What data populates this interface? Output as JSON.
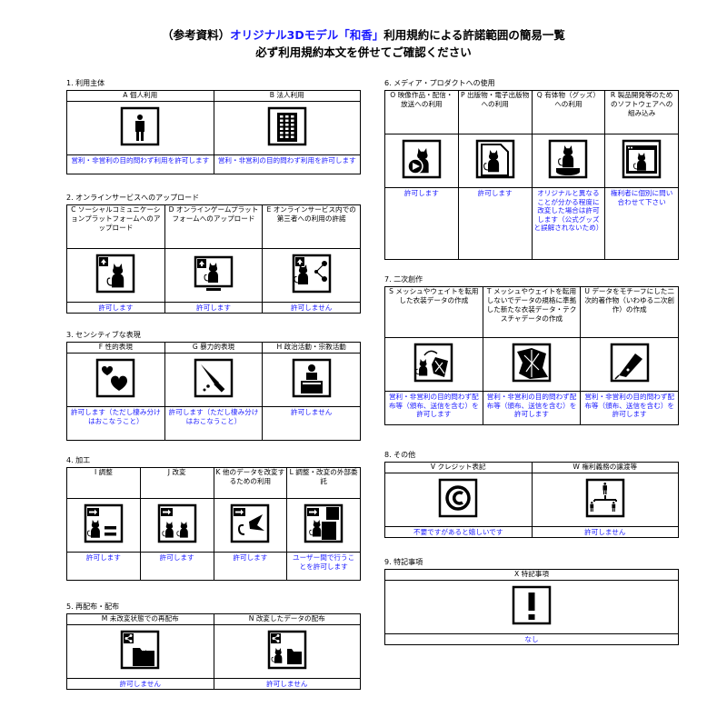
{
  "header": {
    "line1_prefix": "（参考資料）",
    "line1_blue": "オリジナル3Dモデル「和香」",
    "line1_suffix": "利用規約による許諾範囲の簡易一覧",
    "line2": "必ず利用規約本文を併せてご確認ください"
  },
  "sections": [
    {
      "title": "1. 利用主体",
      "cells": [
        {
          "head": "A 個人利用",
          "icon": "person-icon",
          "status": "営利・非営利の目的問わず利用を許可します"
        },
        {
          "head": "B 法人利用",
          "icon": "office-building-icon",
          "status": "営利・非営利の目的問わず利用を許可します"
        }
      ]
    },
    {
      "title": "2. オンラインサービスへのアップロード",
      "cells": [
        {
          "head": "C ソーシャルコミュニケーションプラットフォームへのアップロード",
          "icon": "upload-social-icon",
          "status": "許可します"
        },
        {
          "head": "D オンラインゲームプラットフォームへのアップロード",
          "icon": "upload-game-icon",
          "status": "許可します"
        },
        {
          "head": "E オンラインサービス内での第三者への利用の許諾",
          "icon": "share-network-icon",
          "status": "許可しません"
        }
      ]
    },
    {
      "title": "3. センシティブな表現",
      "cells": [
        {
          "head": "F 性的表現",
          "icon": "hearts-icon",
          "status": "許可します（ただし棲み分けはおこなうこと）"
        },
        {
          "head": "G 暴力的表現",
          "icon": "knife-icon",
          "status": "許可します（ただし棲み分けはおこなうこと）"
        },
        {
          "head": "H 政治活動・宗教活動",
          "icon": "speaker-podium-icon",
          "status": "許可しません"
        }
      ]
    },
    {
      "title": "4. 加工",
      "cells": [
        {
          "head": "I 調整",
          "icon": "adjust-equal-icon",
          "status": "許可します"
        },
        {
          "head": "J 改変",
          "icon": "modify-cats-icon",
          "status": "許可します"
        },
        {
          "head": "K 他のデータを改変するための利用",
          "icon": "use-for-other-icon",
          "status": "許可します"
        },
        {
          "head": "L 調整・改変の外部委託",
          "icon": "outsource-icon",
          "status": "ユーザー間で行うことを許可します"
        }
      ]
    },
    {
      "title": "5. 再配布・配布",
      "cells": [
        {
          "head": "M 未改変状態での再配布",
          "icon": "redistribute-icon",
          "status": "許可しません"
        },
        {
          "head": "N 改変したデータの配布",
          "icon": "distribute-modified-icon",
          "status": "許可しません"
        }
      ]
    },
    {
      "title": "6. メディア・プロダクトへの使用",
      "cells": [
        {
          "head": "O 映像作品・配信・放送への利用",
          "icon": "video-play-icon",
          "status": "許可します"
        },
        {
          "head": "P 出版物・電子出版物への利用",
          "icon": "publication-icon",
          "status": "許可します"
        },
        {
          "head": "Q 有体物（グッズ）への利用",
          "icon": "figure-goods-icon",
          "status": "オリジナルと異なることが分かる程度に改変した場合は許可します（公式グッズと誤解されないため）"
        },
        {
          "head": "R 製品開発等のためのソフトウェアへの組み込み",
          "icon": "software-window-icon",
          "status": "権利者に個別に問い合わせて下さい"
        }
      ]
    },
    {
      "title": "7. 二次創作",
      "cells": [
        {
          "head": "S メッシュやウェイトを転用した衣装データの作成",
          "icon": "mesh-reuse-icon",
          "status": "営利・非営利の目的問わず配布等（頒布、送信を含む）を許可します"
        },
        {
          "head": "T メッシュやウェイトを転用しないでデータの規格に準拠した新たな衣装データ・テクスチャデータの作成",
          "icon": "new-outfit-icon",
          "status": "営利・非営利の目的問わず配布等（頒布、送信を含む）を許可します"
        },
        {
          "head": "U データをモチーフにした二次的著作物（いわゆる二次創作）の作成",
          "icon": "pen-nib-icon",
          "status": "営利・非営利の目的問わず配布等（頒布、送信を含む）を許可します"
        }
      ]
    },
    {
      "title": "8. その他",
      "cells": [
        {
          "head": "V クレジット表記",
          "icon": "copyright-icon",
          "status": "不要ですがあると嬉しいです"
        },
        {
          "head": "W 権利義務の譲渡等",
          "icon": "transfer-rights-icon",
          "status": "許可しません"
        }
      ]
    },
    {
      "title": "9. 特記事項",
      "cells": [
        {
          "head": "X 特記事項",
          "icon": "exclamation-icon",
          "status": "なし"
        }
      ]
    }
  ]
}
